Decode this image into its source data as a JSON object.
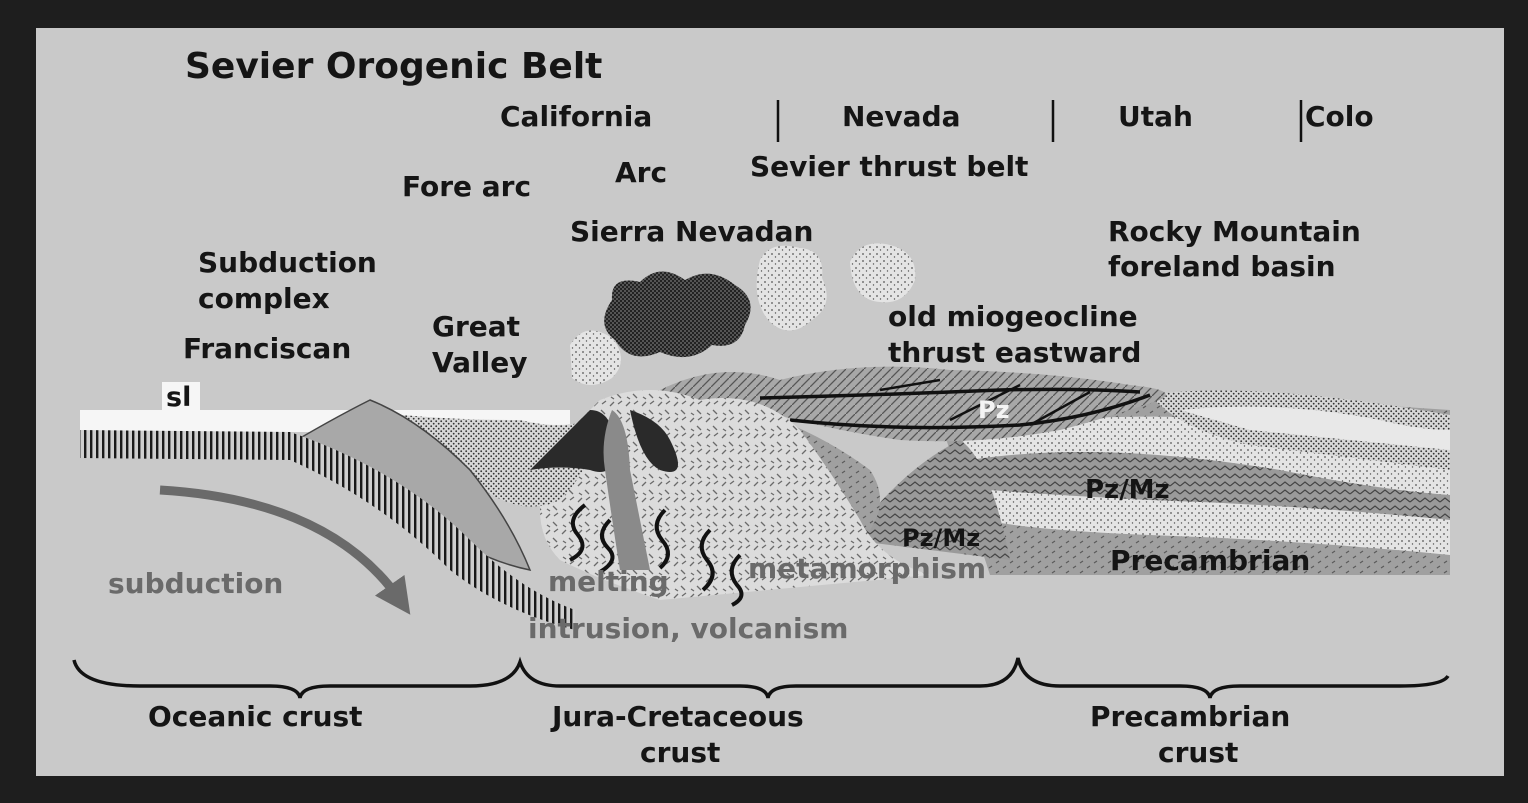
{
  "title": "Sevier Orogenic Belt",
  "states": {
    "california": "California",
    "nevada": "Nevada",
    "utah": "Utah",
    "colorado": "Colo"
  },
  "labels": {
    "sevier_thrust_belt": "Sevier thrust belt",
    "fore_arc": "Fore arc",
    "arc": "Arc",
    "sierra_nevadan": "Sierra Nevadan",
    "rocky_mountain_line1": "Rocky Mountain",
    "rocky_mountain_line2": "foreland basin",
    "subduction_complex_line1": "Subduction",
    "subduction_complex_line2": "complex",
    "franciscan": "Franciscan",
    "great_valley_line1": "Great",
    "great_valley_line2": "Valley",
    "miogeocline_line1": "old miogeocline",
    "miogeocline_line2": "thrust eastward",
    "sea_level": "sl",
    "pz": "Pz",
    "pz_mz_east": "Pz/Mz",
    "pz_mz_central": "Pz/Mz",
    "precambrian": "Precambrian",
    "subduction": "subduction",
    "melting": "melting",
    "metamorphism": "metamorphism",
    "intrusion_volcanism": "intrusion, volcanism"
  },
  "crust_types": {
    "oceanic": "Oceanic crust",
    "jura_cretaceous_line1": "Jura-Cretaceous",
    "jura_cretaceous_line2": "crust",
    "precambrian_line1": "Precambrian",
    "precambrian_line2": "crust"
  },
  "colors": {
    "frame": "#1e1e1e",
    "panel": "#c9c9c9",
    "text_dark": "#151515",
    "text_grey": "#6a6a6a",
    "arrow": "#6a6a6a"
  }
}
